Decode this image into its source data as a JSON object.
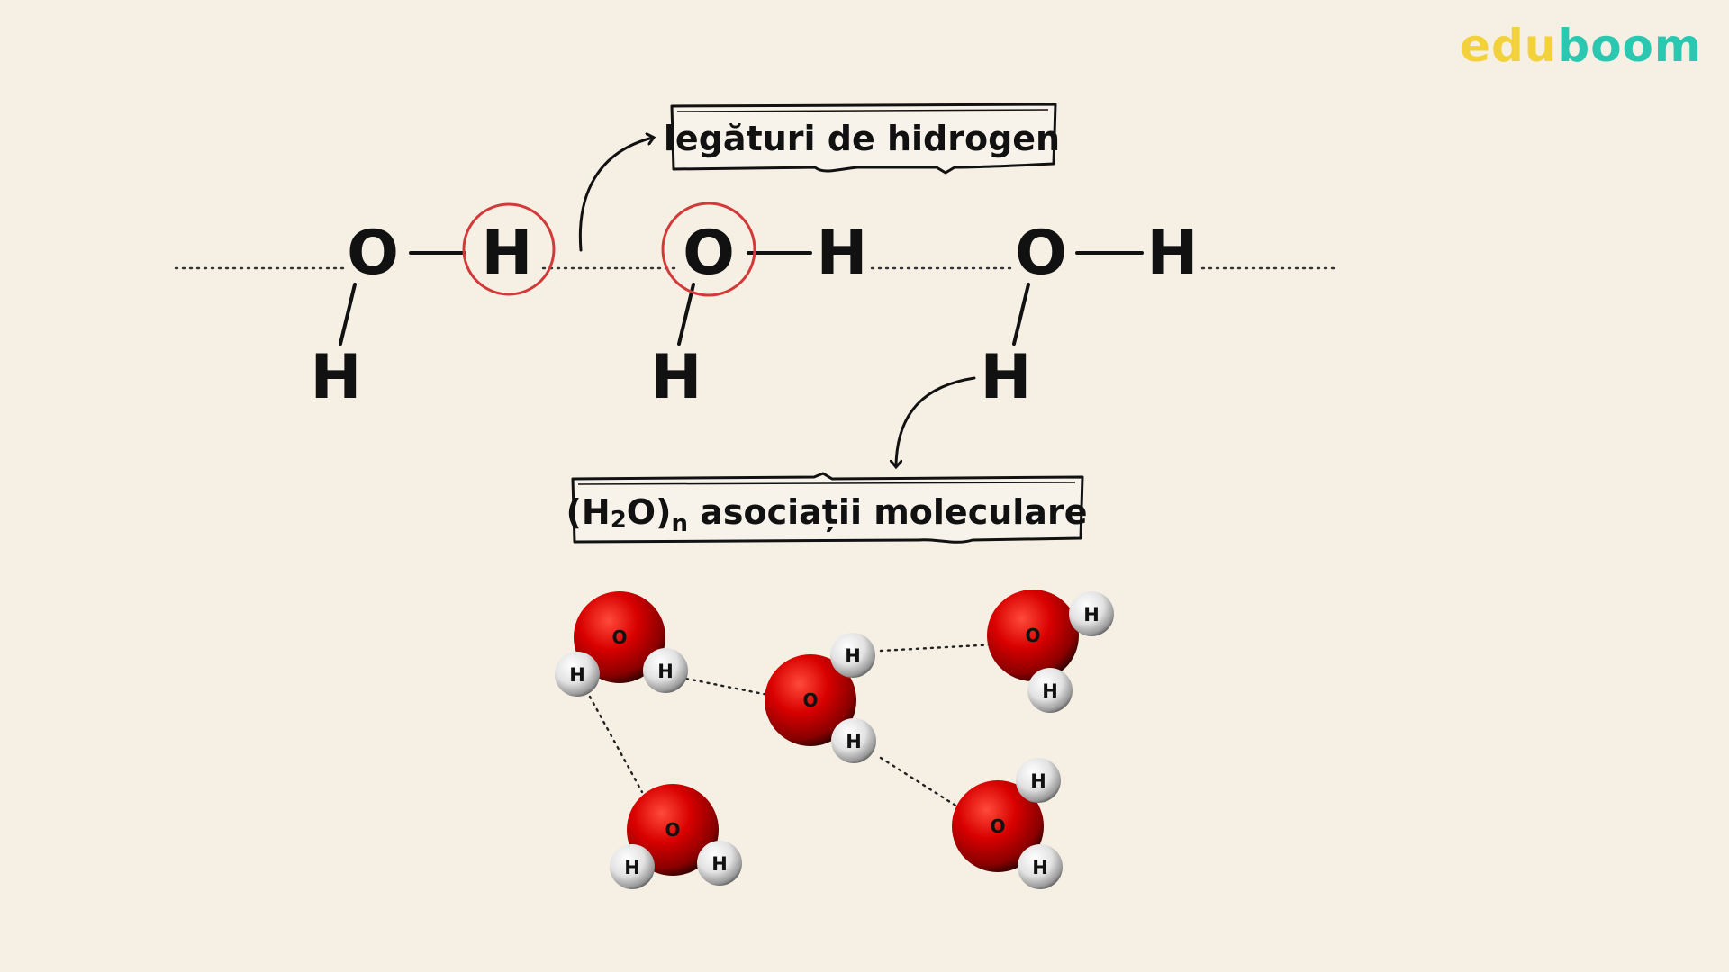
{
  "brand": {
    "part1": "edu",
    "part2": "boom",
    "color1": "#f2d13b",
    "color2": "#2bc7b0"
  },
  "labels": {
    "hydrogen_bonds": "legături de hidrogen",
    "associations_prefix": "(H",
    "associations_sub2": "2",
    "associations_mid": "O)",
    "associations_subn": "n",
    "associations_suffix": " asociații moleculare"
  },
  "formula": {
    "molecules": [
      {
        "oxygen": "O",
        "h_right": "H",
        "h_below": "H"
      },
      {
        "oxygen": "O",
        "h_right": "H",
        "h_below": "H"
      },
      {
        "oxygen": "O",
        "h_right": "H",
        "h_below": "H"
      }
    ]
  },
  "models": [
    {
      "oxygen": "O",
      "h1": "H",
      "h2": "H"
    },
    {
      "oxygen": "O",
      "h1": "H",
      "h2": "H"
    },
    {
      "oxygen": "O",
      "h1": "H",
      "h2": "H"
    },
    {
      "oxygen": "O",
      "h1": "H",
      "h2": "H"
    },
    {
      "oxygen": "O",
      "h1": "H",
      "h2": "H"
    }
  ],
  "colors": {
    "highlight_circle": "#d23a3a",
    "oxygen_atom": "#d10000",
    "hydrogen_atom": "#e4e4e4",
    "ink": "#111111"
  }
}
